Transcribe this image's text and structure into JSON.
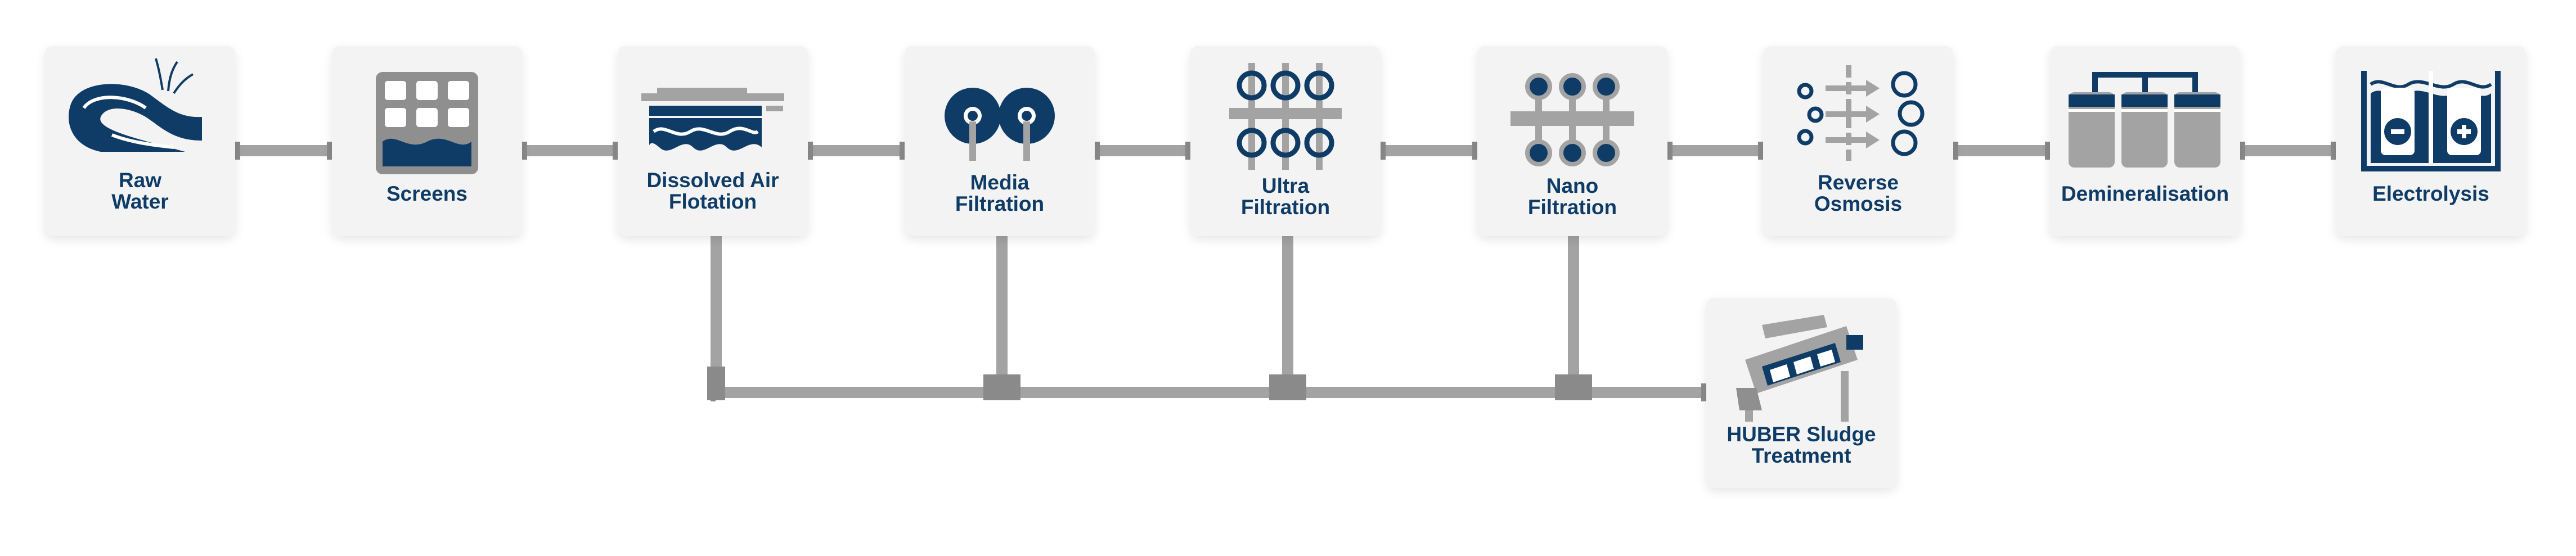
{
  "colors": {
    "navy": "#0f3c66",
    "pipe": "#a3a3a3",
    "box": "#f3f3f3"
  },
  "stages": [
    {
      "id": "raw-water",
      "lines": [
        "Raw",
        "Water"
      ],
      "icon": "river-icon"
    },
    {
      "id": "screens",
      "lines": [
        "Screens"
      ],
      "icon": "screen-grid-icon"
    },
    {
      "id": "dissolved-air-flotation",
      "lines": [
        "Dissolved Air",
        "Flotation"
      ],
      "icon": "flotation-tank-icon"
    },
    {
      "id": "media-filtration",
      "lines": [
        "Media",
        "Filtration"
      ],
      "icon": "media-filter-icon"
    },
    {
      "id": "ultra-filtration",
      "lines": [
        "Ultra",
        "Filtration"
      ],
      "icon": "ultra-filter-icon"
    },
    {
      "id": "nano-filtration",
      "lines": [
        "Nano",
        "Filtration"
      ],
      "icon": "nano-filter-icon"
    },
    {
      "id": "reverse-osmosis",
      "lines": [
        "Reverse",
        "Osmosis"
      ],
      "icon": "reverse-osmosis-icon"
    },
    {
      "id": "demineralisation",
      "lines": [
        "Demineralisation"
      ],
      "icon": "demineralisation-tanks-icon"
    },
    {
      "id": "electrolysis",
      "lines": [
        "Electrolysis"
      ],
      "icon": "electrolysis-cell-icon"
    }
  ],
  "sludge": {
    "id": "huber-sludge-treatment",
    "lines": [
      "HUBER Sludge",
      "Treatment"
    ],
    "icon": "sludge-press-icon"
  }
}
